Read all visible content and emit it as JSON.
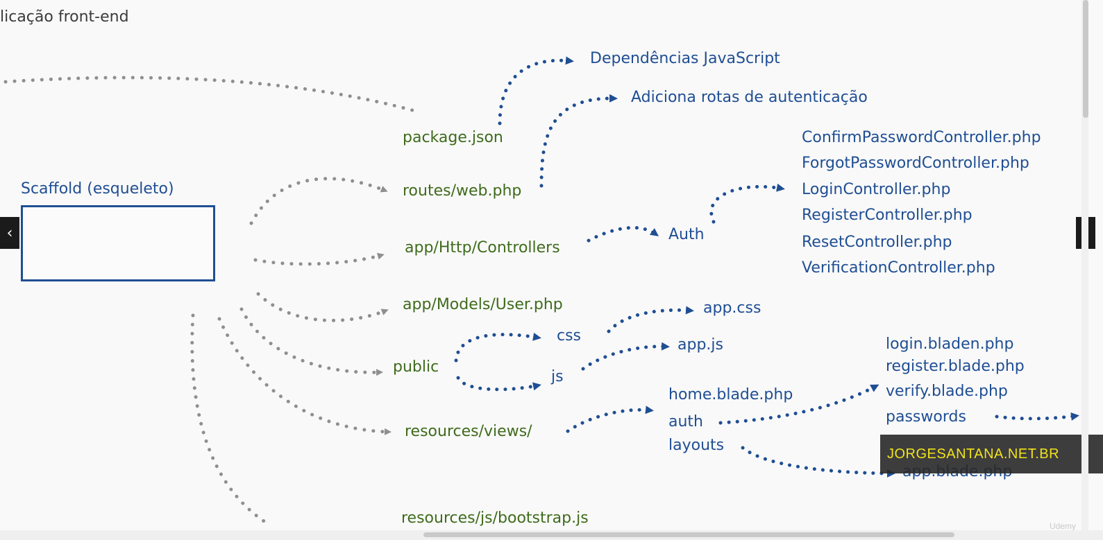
{
  "title": "licação front-end",
  "scaffold_label": "Scaffold (esqueleto)",
  "green_nodes": {
    "package": "package.json",
    "routes": "routes/web.php",
    "controllers": "app/Http/Controllers",
    "models": "app/Models/User.php",
    "public": "public",
    "views": "resources/views/",
    "bootstrap": "resources/js/bootstrap.js"
  },
  "blue_nodes": {
    "deps": "Dependências JavaScript",
    "auth_routes": "Adiciona rotas de autenticação",
    "auth": "Auth",
    "css": "css",
    "js": "js",
    "app_css": "app.css",
    "app_js": "app.js",
    "home_blade": "home.blade.php",
    "auth_views": "auth",
    "layouts": "layouts",
    "app_blade": "app.blade.php"
  },
  "controllers": [
    "ConfirmPasswordController.php",
    "ForgotPasswordController.php",
    "LoginController.php",
    "RegisterController.php",
    "ResetController.php",
    "VerificationController.php"
  ],
  "auth_views": [
    "login.bladen.php",
    "register.blade.php",
    "verify.blade.php",
    "passwords"
  ],
  "watermark": "JORGESANTANA.NET.BR",
  "udemy": "Udemy",
  "nav": {
    "prev": "‹",
    "next": "›"
  },
  "colors": {
    "green": "#3f6b1c",
    "blue": "#1f4e93",
    "gray_arrow": "#8f8f8f",
    "watermark_text": "#f2e21b"
  }
}
